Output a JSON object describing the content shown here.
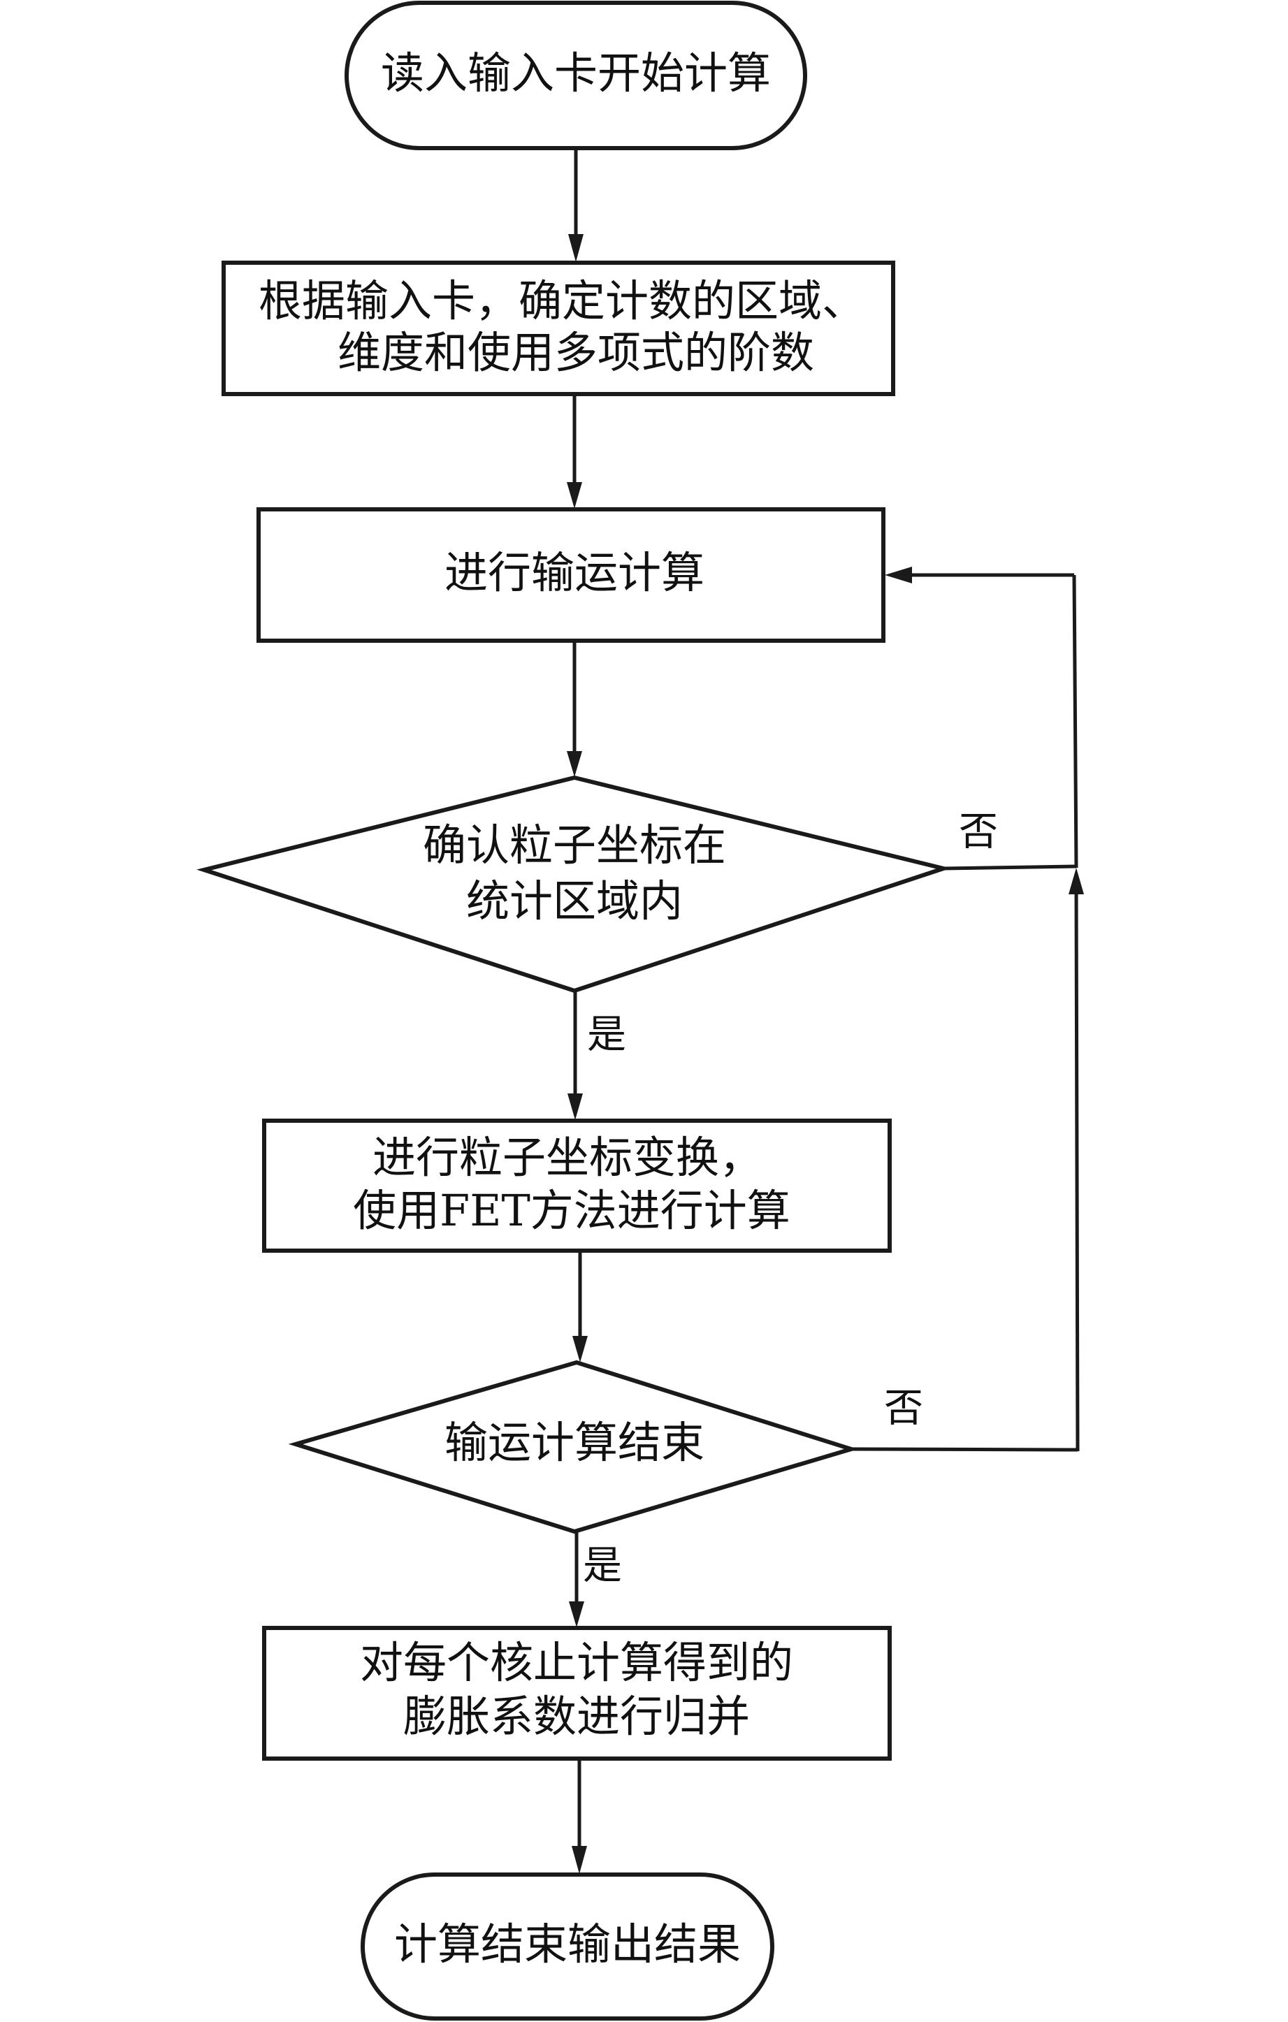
{
  "flowchart": {
    "start": {
      "label": "读入输入卡开始计算"
    },
    "step_define": {
      "lines": [
        "根据输入卡，确定计数的区域、",
        "维度和使用多项式的阶数"
      ]
    },
    "step_transport": {
      "label": "进行输运计算"
    },
    "decision_region": {
      "lines": [
        "确认粒子坐标在",
        "统计区域内"
      ],
      "yes_label": "是",
      "no_label": "否"
    },
    "step_fet": {
      "lines": [
        "进行粒子坐标变换，",
        "使用FET方法进行计算"
      ]
    },
    "decision_end": {
      "label": "输运计算结束",
      "yes_label": "是",
      "no_label": "否"
    },
    "step_merge": {
      "lines": [
        "对每个核止计算得到的",
        "膨胀系数进行归并"
      ]
    },
    "end": {
      "label": "计算结束输出结果"
    }
  },
  "colors": {
    "stroke": "#1a1a1a",
    "background": "#ffffff",
    "text": "#111111"
  }
}
